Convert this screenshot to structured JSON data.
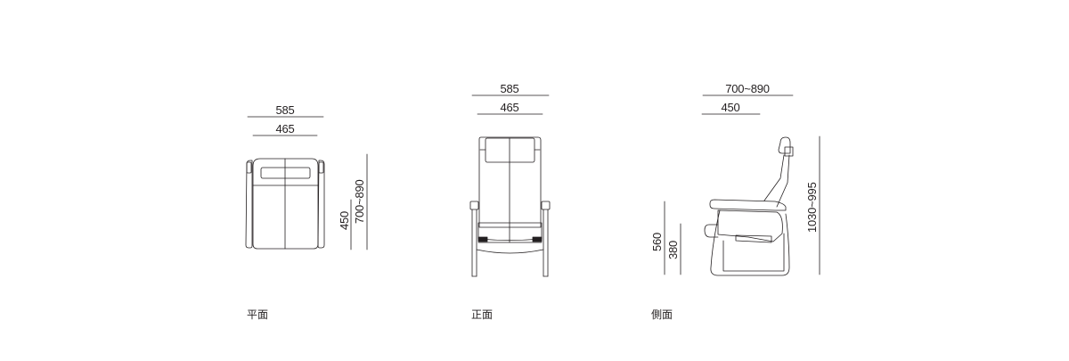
{
  "drawing": {
    "subject": "recliner chair dimension drawing",
    "units": "mm",
    "line_color": "#231f20",
    "background": "#ffffff"
  },
  "views": {
    "plan": {
      "caption": "平面",
      "dims": {
        "overall_width": "585",
        "seat_width": "465",
        "seat_depth": "450",
        "overall_depth": "700~890"
      }
    },
    "front": {
      "caption": "正面",
      "dims": {
        "overall_width": "585",
        "seat_width": "465"
      }
    },
    "side": {
      "caption": "側面",
      "dims": {
        "overall_depth": "700~890",
        "seat_depth": "450",
        "arm_height": "560",
        "seat_height": "380",
        "overall_height": "1030~995"
      }
    }
  }
}
